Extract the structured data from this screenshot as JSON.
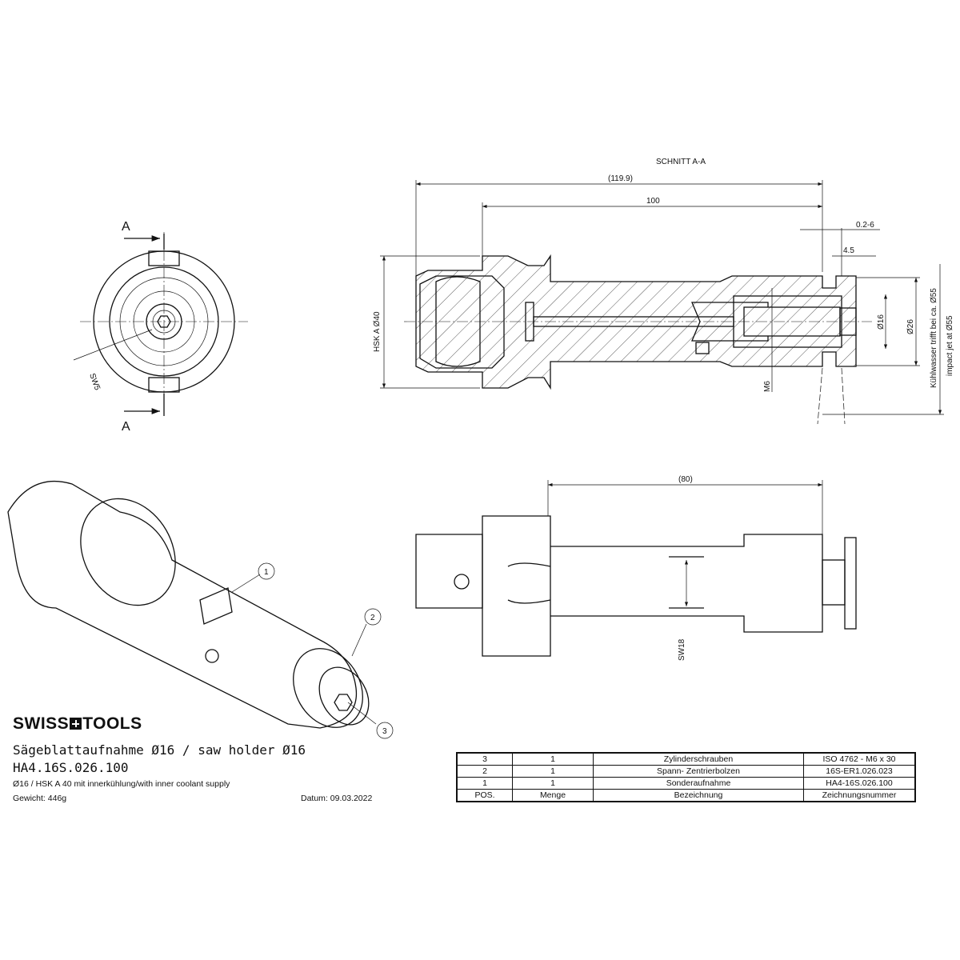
{
  "drawing": {
    "section_title": "SCHNITT A-A",
    "section_marker": "A",
    "dimensions": {
      "overall_length": "(119.9)",
      "length_100": "100",
      "gap": "0.2-6",
      "offset": "4.5",
      "hsk": "HSK A Ø40",
      "d16": "Ø16",
      "d26": "Ø26",
      "m6": "M6",
      "sw5": "SW5",
      "coolant_de": "Kühlwasser trifft bei ca. Ø55",
      "coolant_en": "impact jet at Ø55",
      "length_80": "(80)",
      "sw18": "SW18"
    },
    "balloons": [
      "1",
      "2",
      "3"
    ]
  },
  "title_block": {
    "logo_left": "SWISS",
    "logo_right": "TOOLS",
    "title": "Sägeblattaufnahme Ø16 / saw holder Ø16",
    "part_number": "HA4.16S.026.100",
    "description": "Ø16 / HSK A 40 mit innerkühlung/with inner coolant supply",
    "weight": "Gewicht: 446g",
    "date": "Datum: 09.03.2022"
  },
  "parts_list": {
    "rows": [
      {
        "pos": "3",
        "qty": "1",
        "name": "Zylinderschrauben",
        "number": "ISO 4762 - M6 x 30"
      },
      {
        "pos": "2",
        "qty": "1",
        "name": "Spann- Zentrierbolzen",
        "number": "16S-ER1.026.023"
      },
      {
        "pos": "1",
        "qty": "1",
        "name": "Sonderaufnahme",
        "number": "HA4-16S.026.100"
      }
    ],
    "header": {
      "pos": "POS.",
      "qty": "Menge",
      "name": "Bezeichnung",
      "number": "Zeichnungsnummer"
    }
  }
}
